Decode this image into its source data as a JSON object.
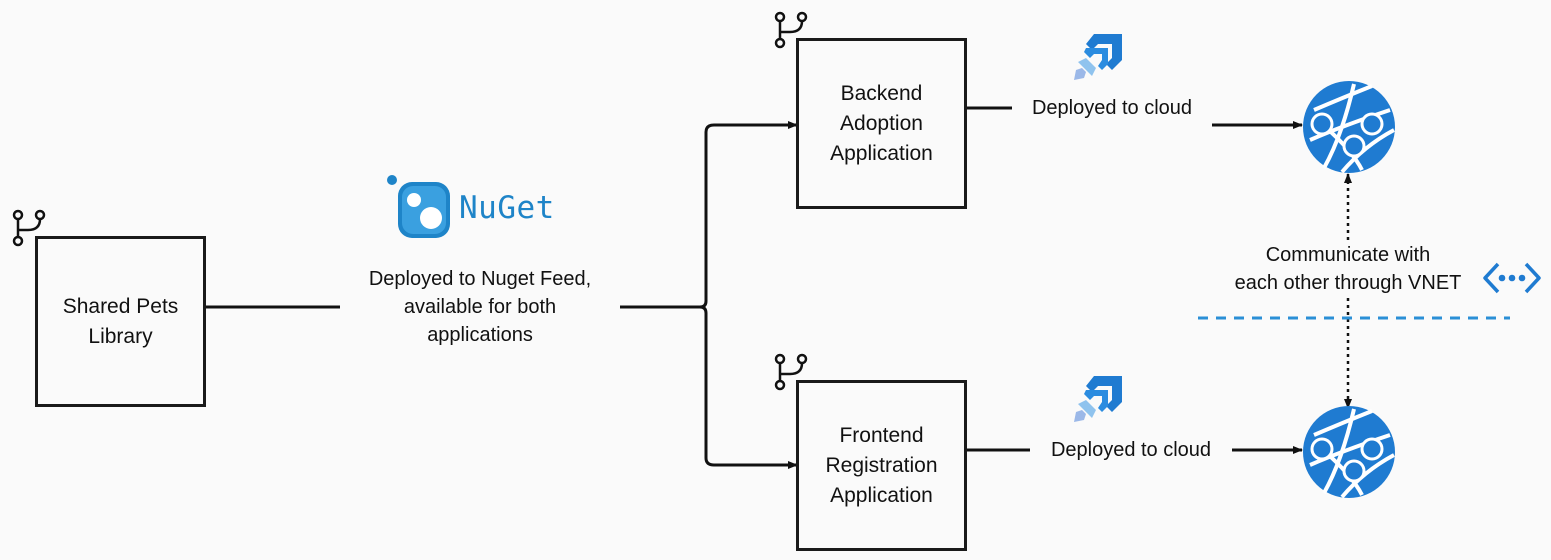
{
  "nodes": {
    "shared_library": "Shared Pets\nLibrary",
    "backend_app": "Backend\nAdoption\nApplication",
    "frontend_app": "Frontend\nRegistration\nApplication"
  },
  "edges": {
    "nuget_feed": "Deployed to Nuget Feed,\navailable for both\napplications",
    "backend_deploy": "Deployed to cloud",
    "frontend_deploy": "Deployed to cloud",
    "vnet": "Communicate with\neach other through VNET"
  },
  "logos": {
    "nuget": "NuGet"
  },
  "icons": {
    "repo": "git-branch-icon",
    "pipeline": "azure-pipelines-rocket-icon",
    "web_app": "azure-app-service-globe-icon",
    "vnet": "virtual-network-icon"
  },
  "colors": {
    "azure_blue": "#1f7bd1",
    "nuget_blue": "#1e84c8",
    "vnet_dash": "#2a8fd6"
  }
}
